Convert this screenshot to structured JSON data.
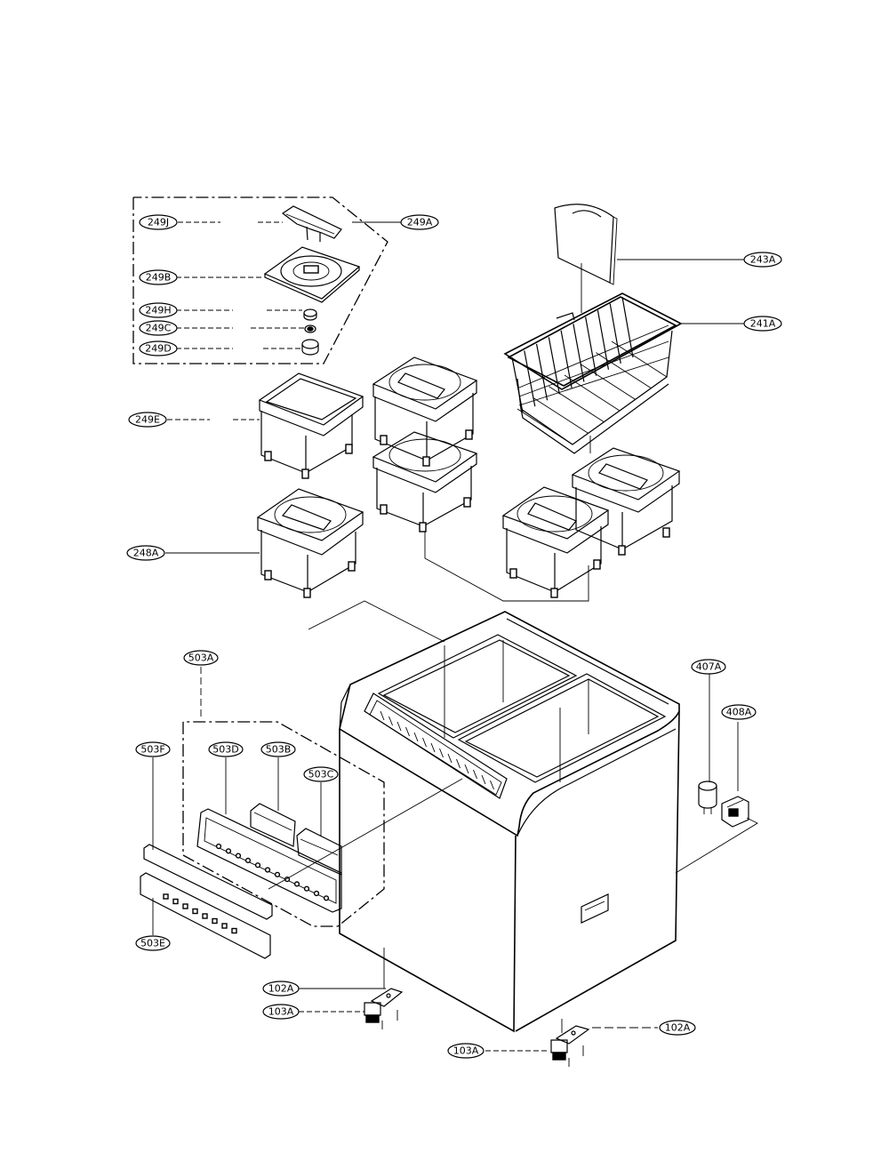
{
  "callouts": {
    "c249J": "249J",
    "c249A": "249A",
    "c249B": "249B",
    "c249H": "249H",
    "c249C": "249C",
    "c249D": "249D",
    "c243A": "243A",
    "c241A": "241A",
    "c249E": "249E",
    "c248A": "248A",
    "c503A": "503A",
    "c407A": "407A",
    "c408A": "408A",
    "c503F": "503F",
    "c503D": "503D",
    "c503B": "503B",
    "c503C": "503C",
    "c503E": "503E",
    "c102A_left": "102A",
    "c103A_left": "103A",
    "c102A_right": "102A",
    "c103A_right": "103A"
  }
}
